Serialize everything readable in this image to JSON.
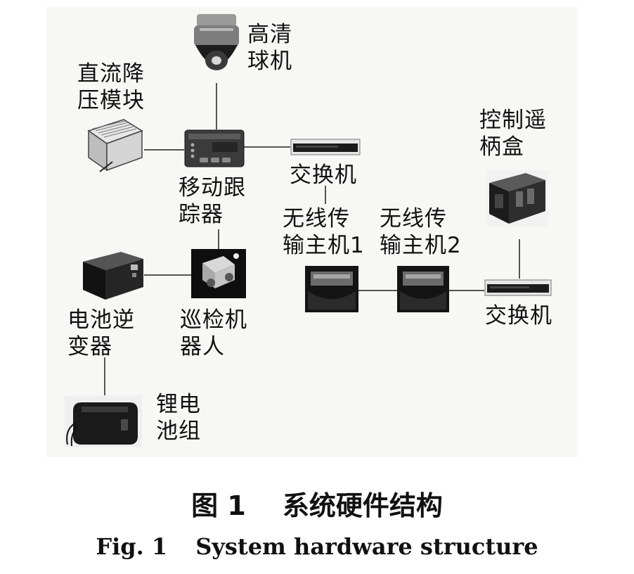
{
  "nodes": {
    "dome_camera": "高清\n球机",
    "dc_converter": "直流降\n压模块",
    "mobile_tracker": "移动跟\n踪器",
    "switch_top": "交换机",
    "wireless_host1": "无线传\n输主机1",
    "wireless_host2": "无线传\n输主机2",
    "control_box": "控制遥\n柄盒",
    "switch_right": "交换机",
    "battery_inverter": "电池逆\n变器",
    "patrol_robot": "巡检机\n器人",
    "lithium_battery": "锂电\n池组"
  },
  "caption": {
    "cn_label": "图 1",
    "cn_title": "系统硬件结构",
    "en_label": "Fig. 1",
    "en_title": "System hardware structure"
  },
  "colors": {
    "line": "#555555",
    "device_dark": "#1a1a1a",
    "panel_bg": "#f7f7f5"
  }
}
